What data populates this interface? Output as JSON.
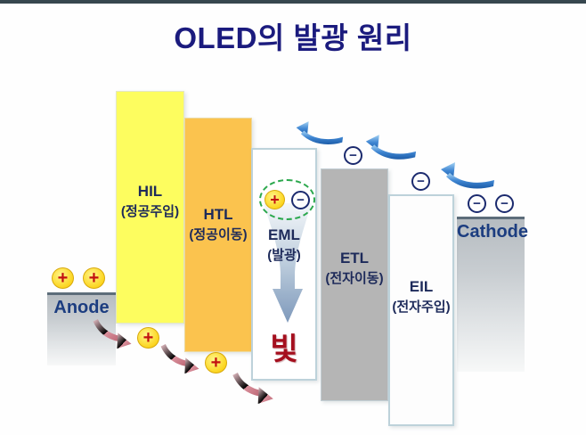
{
  "title": "OLED의 발광 원리",
  "layers": [
    {
      "id": "hil",
      "label": "HIL",
      "sublabel": "(정공주입)"
    },
    {
      "id": "htl",
      "label": "HTL",
      "sublabel": "(정공이동)"
    },
    {
      "id": "eml",
      "label": "EML",
      "sublabel": "(발광)"
    },
    {
      "id": "etl",
      "label": "ETL",
      "sublabel": "(전자이동)"
    },
    {
      "id": "eil",
      "label": "EIL",
      "sublabel": "(전자주입)"
    }
  ],
  "electrodes": {
    "anode": "Anode",
    "cathode": "Cathode"
  },
  "light_label": "빛",
  "symbols": {
    "plus": "+",
    "minus": "−"
  },
  "colors": {
    "title_navy": "#1b1b7e",
    "hil_yellow": "#fdfd5f",
    "htl_orange": "#fbc34e",
    "etl_gray": "#b5b5b5",
    "label_navy": "#1d2a5a",
    "light_red": "#a50f1e",
    "plus_yellow": "#fcd520",
    "plus_red": "#c21010",
    "minus_navy": "#1b2a6e",
    "electron_arrow_blue": "#3f86d2",
    "hole_arrow_pink": "#c5737f",
    "exciton_green": "#2ba84d",
    "electrode_gray": "#b6bcc1",
    "topbar_slate": "#37474f"
  }
}
